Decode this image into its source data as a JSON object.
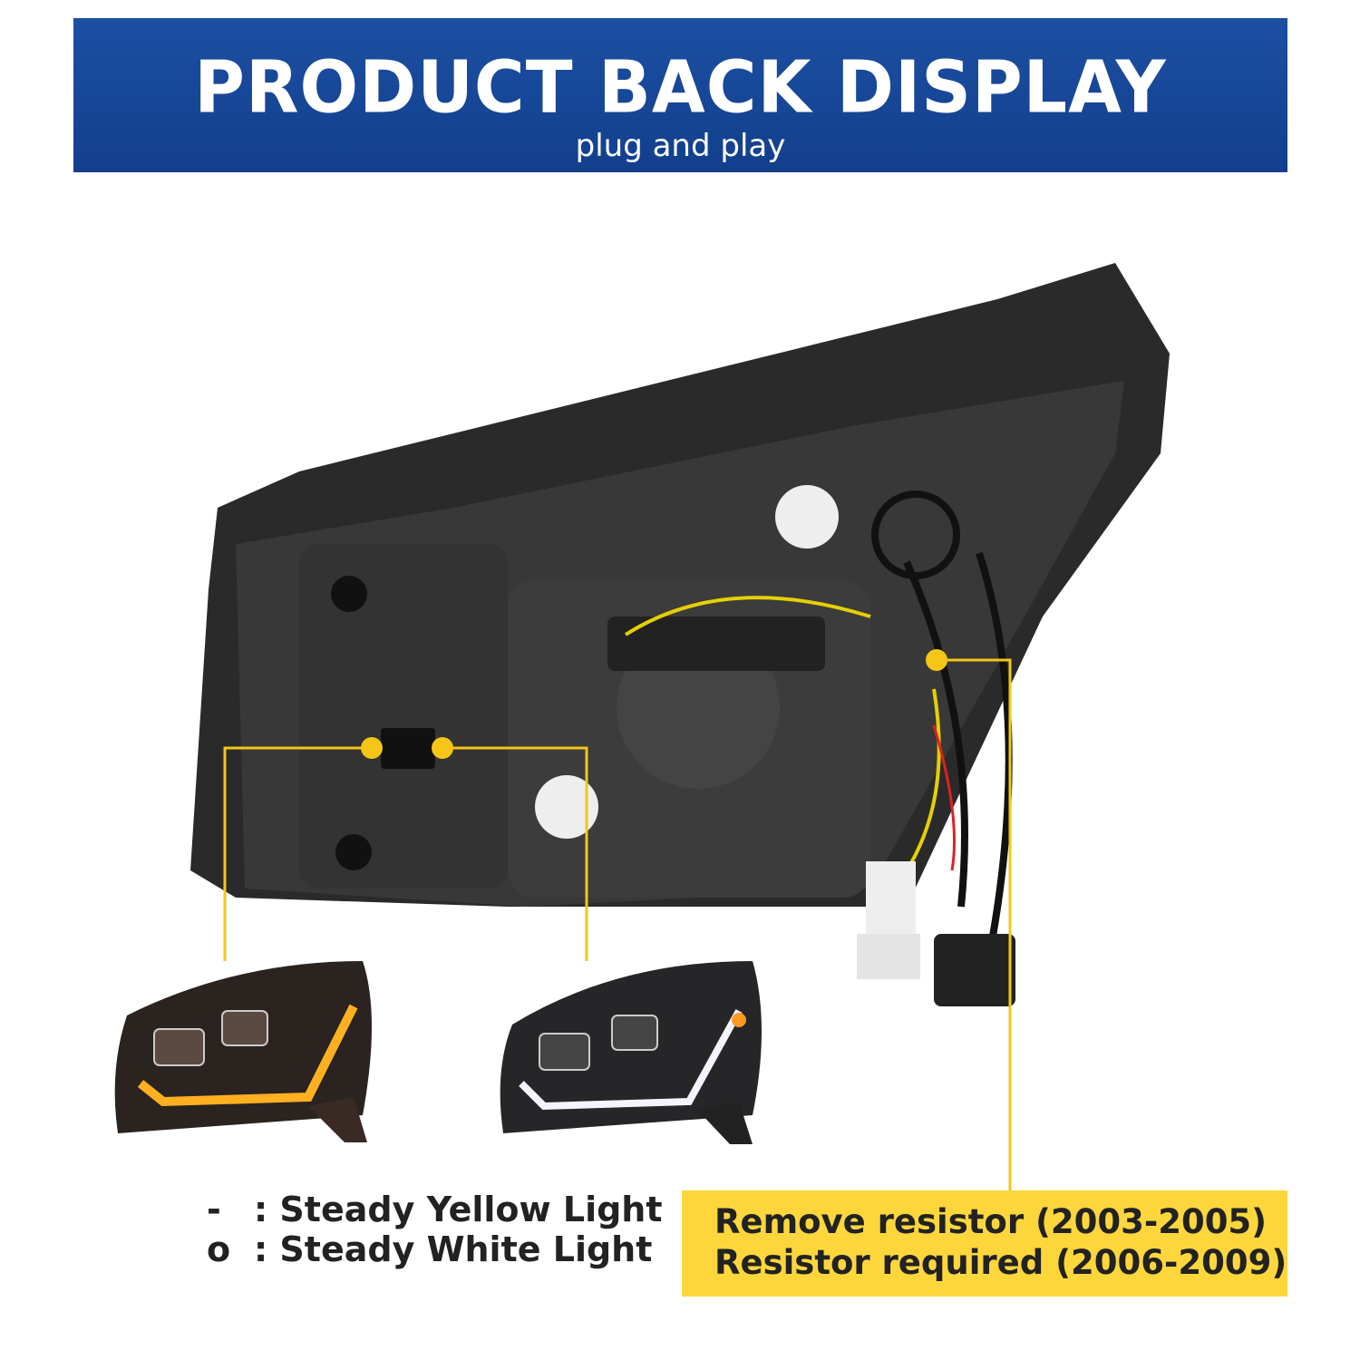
{
  "header": {
    "title": "PRODUCT BACK DISPLAY",
    "subtitle": "plug and play"
  },
  "legend": [
    {
      "symbol": "-",
      "text": ": Steady Yellow Light"
    },
    {
      "symbol": "o",
      "text": ": Steady White Light"
    }
  ],
  "note": {
    "line1": "Remove resistor (2003-2005)",
    "line2": "Resistor required (2006-2009)"
  },
  "colors": {
    "banner": "#1c4fa3",
    "accent": "#fdd63c",
    "callout": "#f5c518"
  }
}
